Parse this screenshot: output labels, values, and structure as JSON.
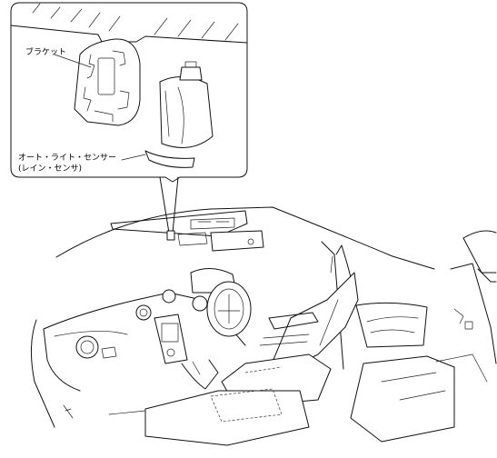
{
  "labels": {
    "bracket": "ブラケット",
    "sensor_line1": "オート・ライト・センサー",
    "sensor_line2": "(レイン・センサ)"
  }
}
